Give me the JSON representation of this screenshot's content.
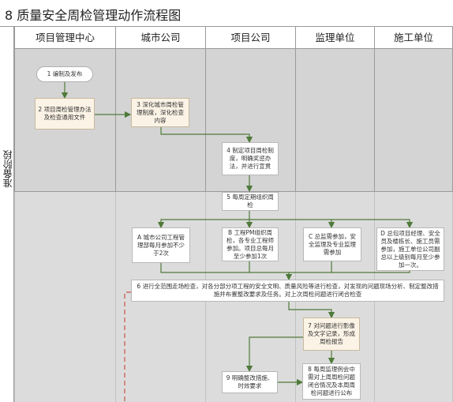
{
  "title": "8 质量安全周检管理动作流程图",
  "lanes": [
    {
      "name": "项目管理中心"
    },
    {
      "name": "城市公司"
    },
    {
      "name": "项目公司"
    },
    {
      "name": "监理单位"
    },
    {
      "name": "施工单位"
    }
  ],
  "phases": [
    {
      "name": "准备阶段"
    }
  ],
  "nodes": {
    "n1": "1 编制及发布",
    "n2": "2 项目周检管理办法及检查通用文件",
    "n3": "3 深化城市周检管理制度，深化检查内容",
    "n4": "4 制定项目周检制度，明确奖惩办法，并进行宣贯",
    "n5": "5 每周定期组织周检",
    "nA": "A 城市公司工程管理部每月参加不少于2次",
    "nB": "B 工程PM组织周检，各专业工程师参加。项目总每月至少参加1次",
    "nC": "C 总监需参加，安全监理及专业监理需参加",
    "nD": "D 总包项目经理、安全员及楼栋长、施工员需参加，施工单位公司副总以上级别每月至少参加一次。",
    "n6": "6 进行全范围走场检查，对各分部分项工程的安全文明、质量风险等进行检查，对发现的问题现场分析、制定整改措施并布置整改要求及任务。对上次周检问题进行闭合检查",
    "n7": "7 对问题进行影像及文字记录，形成周检报告",
    "n8": "8 每周监理例会中需对上周周检问题闭合情况及本周周检问题进行公布",
    "n9": "9 明确整改措施、时效要求"
  },
  "colors": {
    "lane_bg": "#c9c9c9",
    "lane_bg_light": "#dcdcdc",
    "arrow": "#4f7a3a",
    "dashed": "#c0392b",
    "doc_fill": "#fbf3e6"
  }
}
